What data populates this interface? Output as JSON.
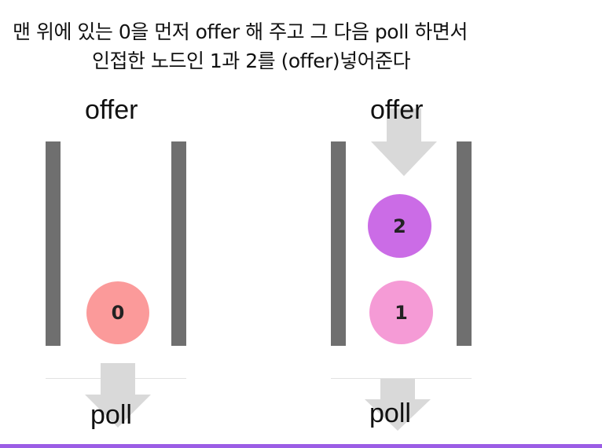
{
  "caption": {
    "line1": "맨 위에 있는 0을 먼저 offer 해 주고 그 다음 poll 하면서",
    "line2": "인접한 노드인 1과 2를 (offer)넣어준다"
  },
  "left_queue": {
    "top_label": "offer",
    "bottom_label": "poll",
    "nodes": [
      {
        "label": "0",
        "color": "#fb9a9a"
      }
    ]
  },
  "right_queue": {
    "top_label": "offer",
    "bottom_label": "poll",
    "nodes": [
      {
        "label": "2",
        "color": "#cb6ce6"
      },
      {
        "label": "1",
        "color": "#f59bd6"
      }
    ]
  },
  "colors": {
    "wall": "#6f6f6f",
    "arrow": "#d9d9d9",
    "accent_bar": "#9b5de5"
  }
}
